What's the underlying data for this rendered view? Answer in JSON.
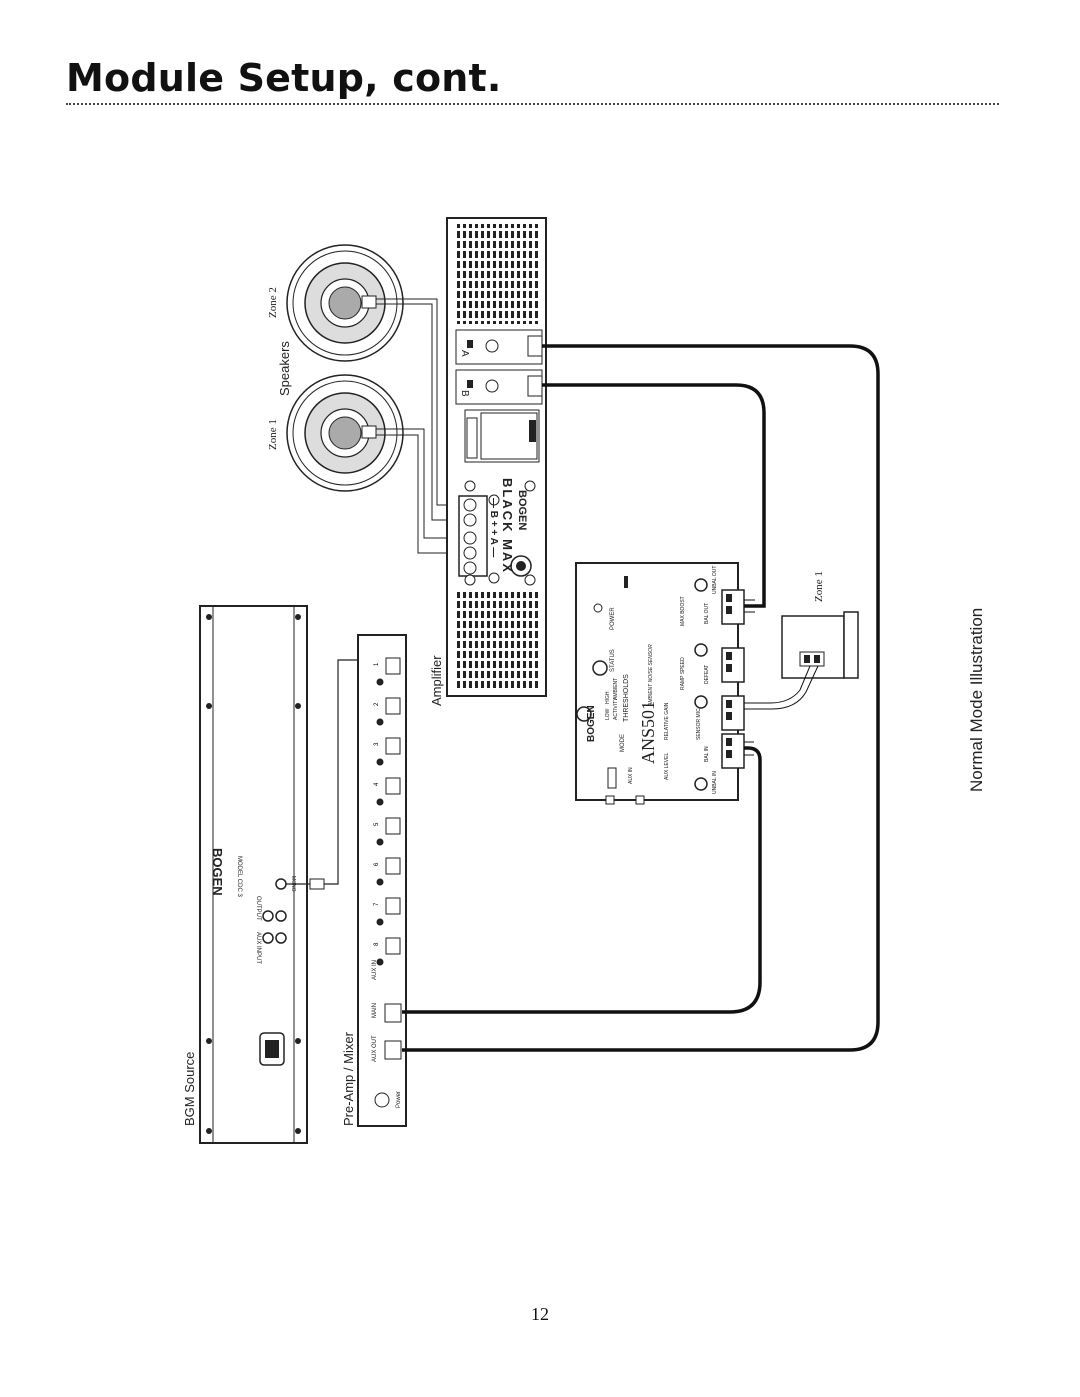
{
  "header": {
    "title": "Module Setup, cont."
  },
  "diagram": {
    "caption": "Normal Mode Illustration",
    "labels": {
      "speakers": "Speakers",
      "zone1": "Zone 1",
      "zone2": "Zone 2",
      "amplifier": "Amplifier",
      "amp_brand": "BLACK MAX",
      "amp_logo": "BOGEN",
      "amp_terminals": "— B +   + A —",
      "amp_channel_a": "A",
      "amp_channel_b": "B",
      "bgm_source": "BGM Source",
      "bgm_logo": "BOGEN",
      "bgm_model": "MODEL CDC 3",
      "bgm_aux_input": "AUX INPUT",
      "bgm_output": "OUTPUT",
      "bgm_mono": "MONO",
      "preamp_mixer": "Pre-Amp / Mixer",
      "preamp_main": "MAIN",
      "preamp_aux_out": "AUX OUT",
      "preamp_aux_in": "AUX IN",
      "preamp_power": "Power",
      "ans_model": "ANS501",
      "ans_logo": "BOGEN",
      "ans_power": "POWER",
      "ans_status": "STATUS",
      "ans_ambient_noise_sensor": "AMBIENT NOISE SENSOR",
      "ans_thresholds": "THRESHOLDS",
      "ans_low": "LOW",
      "ans_high": "HIGH",
      "ans_activity": "ACTIVITY",
      "ans_ambient": "AMBIENT",
      "ans_mode": "MODE",
      "ans_relative_gain": "RELATIVE GAIN",
      "ans_ramp_speed": "RAMP SPEED",
      "ans_max_boost": "MAX BOOST",
      "ans_sensor_mic": "SENSOR MIC",
      "ans_defeat": "DEFEAT",
      "ans_aux_level": "AUX LEVEL",
      "ans_aux_in": "AUX IN",
      "ans_bal_in": "BAL IN",
      "ans_bal_out": "BAL OUT",
      "ans_unbal_in": "UNBAL IN",
      "ans_unbal_out": "UNBAL OUT",
      "sensor_zone": "Zone 1",
      "preamp_channels": [
        "1",
        "2",
        "3",
        "4",
        "5",
        "6",
        "7",
        "8"
      ]
    }
  },
  "footer": {
    "page_number": "12"
  }
}
